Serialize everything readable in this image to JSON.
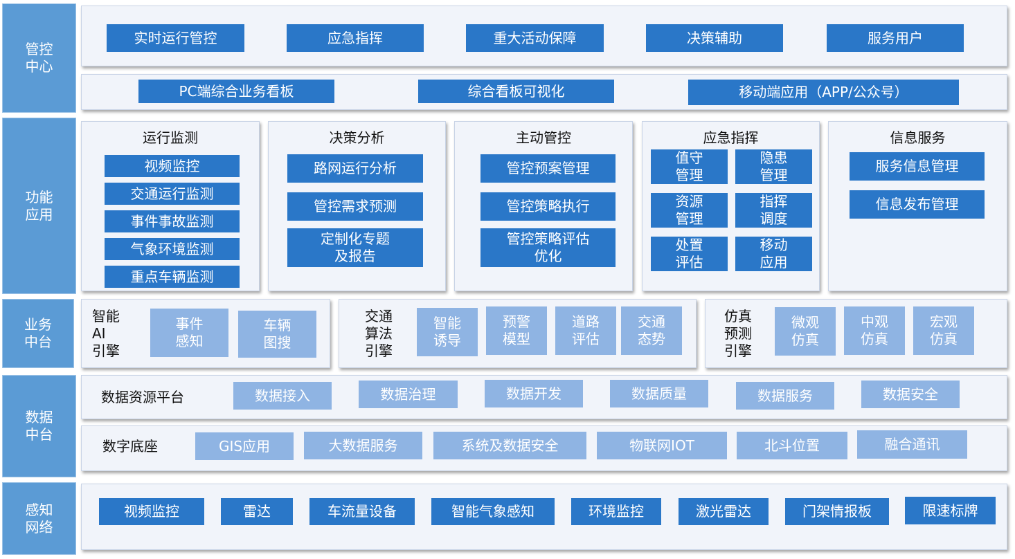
{
  "layers": {
    "control": "管控\n中心",
    "function": "功能\n应用",
    "business": "业务\n中台",
    "data": "数据\n中台",
    "sensing": "感知\n网络"
  },
  "control_center": {
    "row1": [
      "实时运行管控",
      "应急指挥",
      "重大活动保障",
      "决策辅助",
      "服务用户"
    ],
    "row2": [
      "PC端综合业务看板",
      "综合看板可视化",
      "移动端应用（APP/公众号）"
    ]
  },
  "functions": {
    "monitoring": {
      "title": "运行监测",
      "items": [
        "视频监控",
        "交通运行监测",
        "事件事故监测",
        "气象环境监测",
        "重点车辆监测"
      ]
    },
    "decision": {
      "title": "决策分析",
      "items": [
        "路网运行分析",
        "管控需求预测",
        "定制化专题\n及报告"
      ]
    },
    "active": {
      "title": "主动管控",
      "items": [
        "管控预案管理",
        "管控策略执行",
        "管控策略评估\n优化"
      ]
    },
    "emergency": {
      "title": "应急指挥",
      "items": [
        "值守\n管理",
        "隐患\n管理",
        "资源\n管理",
        "指挥\n调度",
        "处置\n评估",
        "移动\n应用"
      ]
    },
    "info": {
      "title": "信息服务",
      "items": [
        "服务信息管理",
        "信息发布管理"
      ]
    }
  },
  "business": {
    "ai": {
      "title": "智能\nAI\n引擎",
      "items": [
        "事件\n感知",
        "车辆\n图搜"
      ]
    },
    "traffic": {
      "title": "交通\n算法\n引擎",
      "items": [
        "智能\n诱导",
        "预警\n模型",
        "道路\n评估",
        "交通\n态势"
      ]
    },
    "sim": {
      "title": "仿真\n预测\n引擎",
      "items": [
        "微观\n仿真",
        "中观\n仿真",
        "宏观\n仿真"
      ]
    }
  },
  "data_center": {
    "platform": {
      "title": "数据资源平台",
      "items": [
        "数据接入",
        "数据治理",
        "数据开发",
        "数据质量",
        "数据服务",
        "数据安全"
      ]
    },
    "base": {
      "title": "数字底座",
      "items": [
        "GIS应用",
        "大数据服务",
        "系统及数据安全",
        "物联网IOT",
        "北斗位置",
        "融合通讯"
      ]
    }
  },
  "sensing": {
    "items": [
      "视频监控",
      "雷达",
      "车流量设备",
      "智能气象感知",
      "环境监控",
      "激光雷达",
      "门架情报板",
      "限速标牌"
    ]
  },
  "colors": {
    "layer_label": "#5b9bd5",
    "dark_box": "#2a77c8",
    "light_box": "#8fb4e3",
    "panel": "#f1f4fa"
  }
}
